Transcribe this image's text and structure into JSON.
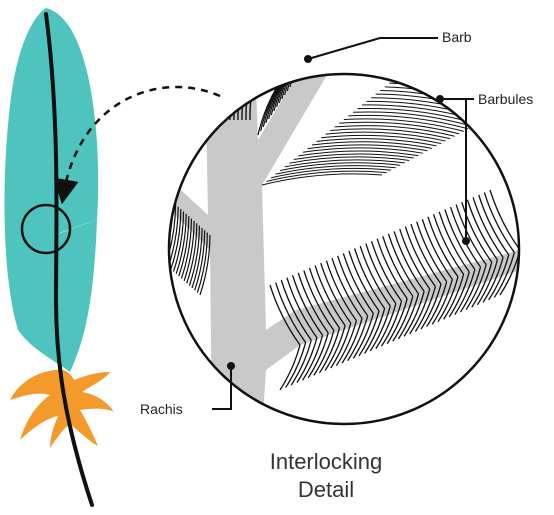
{
  "labels": {
    "barb": "Barb",
    "barbules": "Barbules",
    "rachis": "Rachis"
  },
  "caption": {
    "line1": "Interlocking",
    "line2": "Detail"
  },
  "colors": {
    "feather_vane": "#4FC4BE",
    "feather_down": "#F39A2B",
    "rachis_gray": "#C9C9C9",
    "ink": "#111111"
  }
}
